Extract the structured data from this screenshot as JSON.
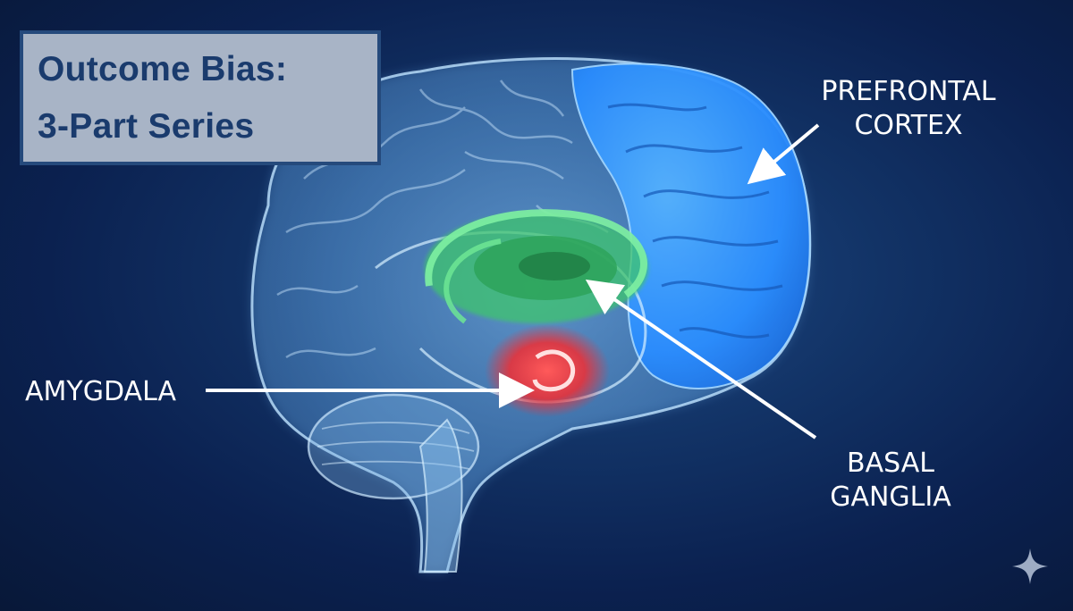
{
  "title": {
    "line1": "Outcome Bias:",
    "line2": "3-Part Series"
  },
  "labels": {
    "prefrontal_cortex": [
      "PREFRONTAL",
      "CORTEX"
    ],
    "amygdala": [
      "AMYGDALA"
    ],
    "basal_ganglia": [
      "BASAL",
      "GANGLIA"
    ]
  },
  "colors": {
    "background": "#0b2150",
    "brain_outline": "#bfe3ff",
    "prefrontal_cortex": "#2a8dff",
    "basal_ganglia": "#3ec46d",
    "amygdala": "#e8323a",
    "title_box": "#a8b4c6",
    "title_text": "#1a3b6d"
  },
  "icons": {
    "corner": "sparkle-icon"
  }
}
